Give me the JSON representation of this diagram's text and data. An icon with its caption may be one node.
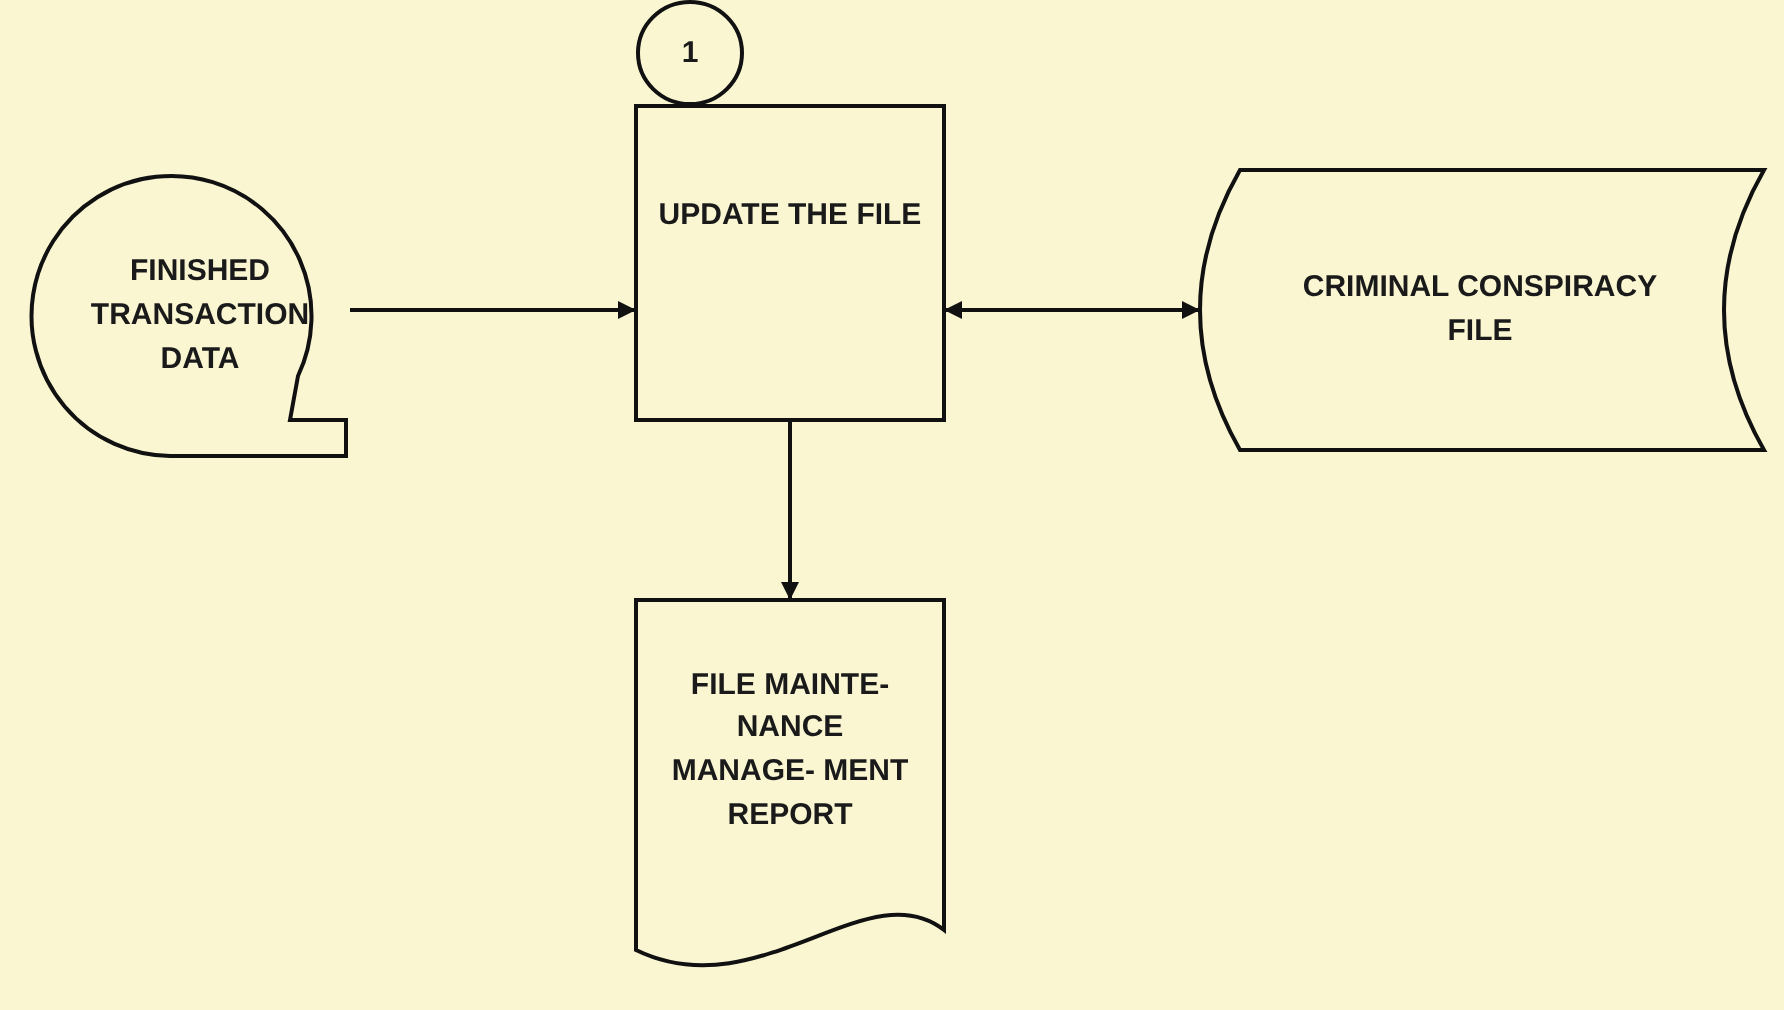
{
  "diagram": {
    "nodes": [
      {
        "text": [
          "1"
        ]
      },
      {
        "text": [
          "FINISHED TRANSACTION DATA"
        ]
      },
      {
        "text": [
          "UPDATE THE FILE"
        ]
      },
      {
        "text": [
          "CRIMINAL CONSPIRACY FILE"
        ]
      },
      {
        "text": [
          "FILE MAINTE- NANCE MANAGE- MENT REPORT"
        ]
      }
    ],
    "edges": [
      {
        "from": 1,
        "to": 2,
        "arrow": "to"
      },
      {
        "from": 2,
        "to": 3,
        "arrow": "both"
      },
      {
        "from": 2,
        "to": 4,
        "arrow": "to"
      }
    ]
  }
}
